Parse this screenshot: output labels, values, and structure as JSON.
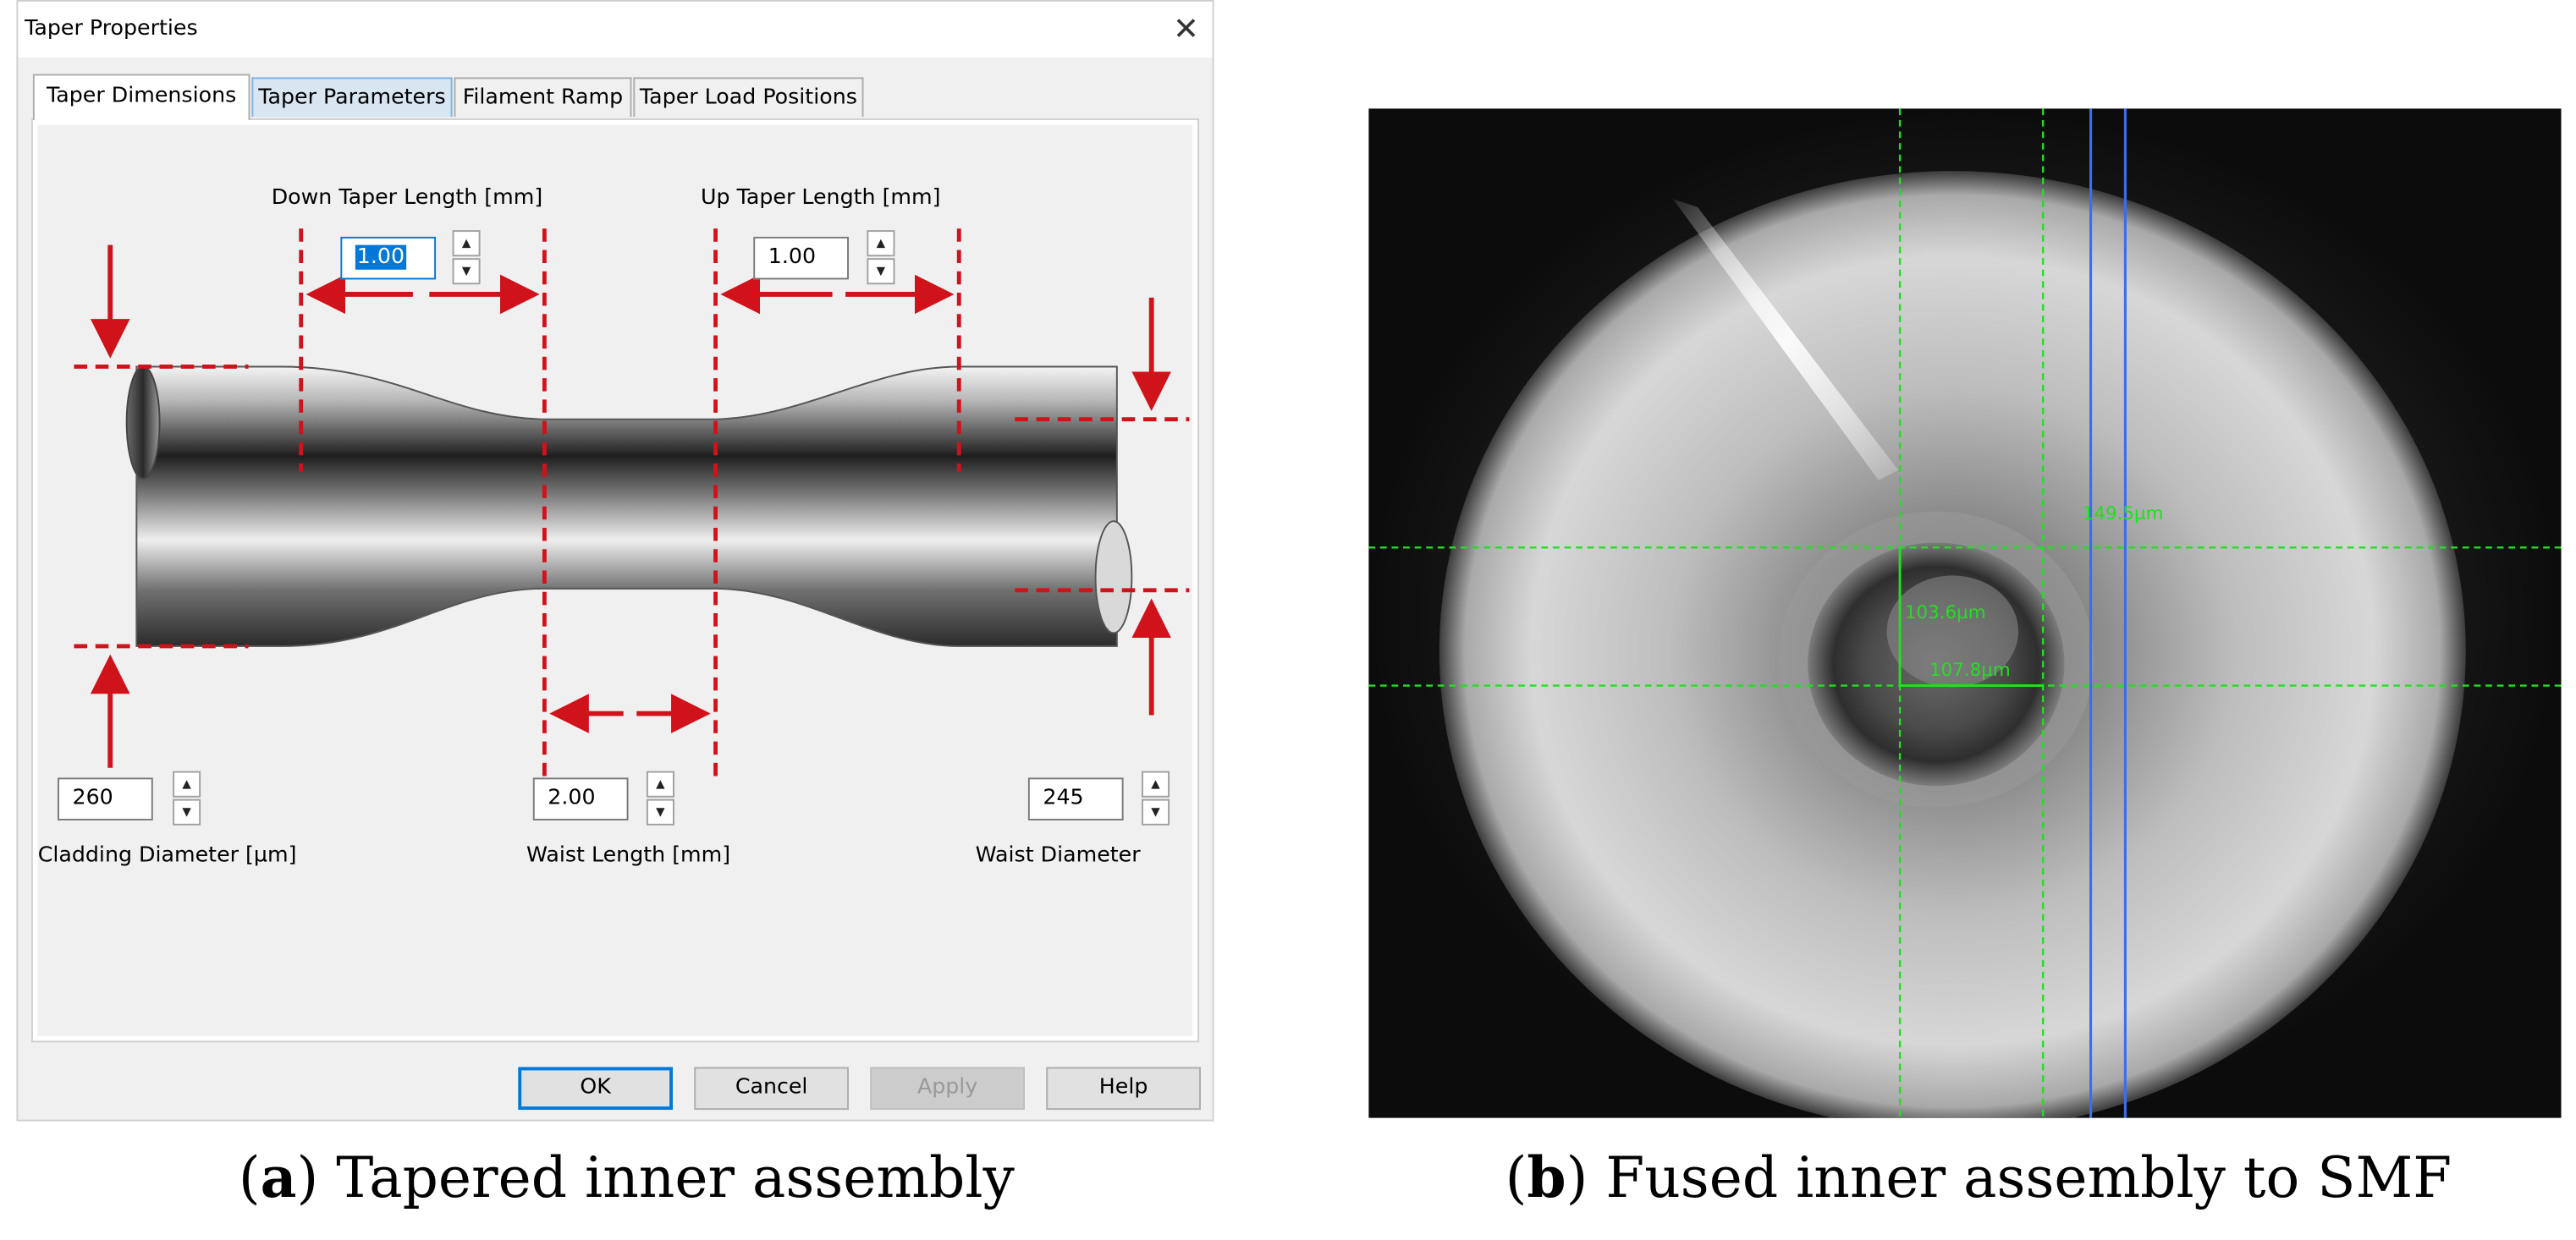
{
  "dialog": {
    "title": "Taper Properties",
    "tabs": [
      {
        "label": "Taper Dimensions",
        "active": true
      },
      {
        "label": "Taper Parameters"
      },
      {
        "label": "Filament Ramp"
      },
      {
        "label": "Taper Load Positions"
      }
    ],
    "fields": {
      "down_taper_length": {
        "label": "Down Taper Length [mm]",
        "value": "1.00"
      },
      "up_taper_length": {
        "label": "Up Taper Length [mm]",
        "value": "1.00"
      },
      "cladding_diameter": {
        "label": "Cladding Diameter [µm]",
        "value": "260"
      },
      "waist_length": {
        "label": "Waist Length [mm]",
        "value": "2.00"
      },
      "waist_diameter": {
        "label": "Waist Diameter",
        "value": "245"
      }
    },
    "buttons": {
      "ok": "OK",
      "cancel": "Cancel",
      "apply": "Apply",
      "help": "Help"
    }
  },
  "micrograph": {
    "measurements": [
      "149.5µm",
      "103.6µm",
      "107.8µm"
    ]
  },
  "captions": {
    "a": {
      "letter": "a",
      "text": "Tapered inner assembly"
    },
    "b": {
      "letter": "b",
      "text": "Fused inner assembly to SMF"
    }
  },
  "colors": {
    "dimension_red": "#d0121b",
    "measure_green": "#21e021",
    "measure_blue": "#3a6df0",
    "os_accent": "#0078d7"
  }
}
